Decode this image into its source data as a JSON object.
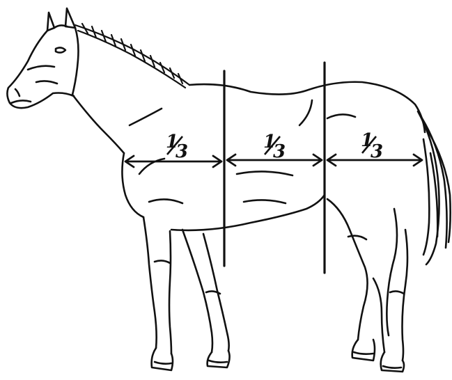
{
  "colors": {
    "ink": "#111111",
    "background": "#ffffff"
  },
  "subject": "horse",
  "divisions": {
    "labels": [
      {
        "numerator": "1",
        "denominator": "3"
      },
      {
        "numerator": "1",
        "denominator": "3"
      },
      {
        "numerator": "1",
        "denominator": "3"
      }
    ]
  }
}
